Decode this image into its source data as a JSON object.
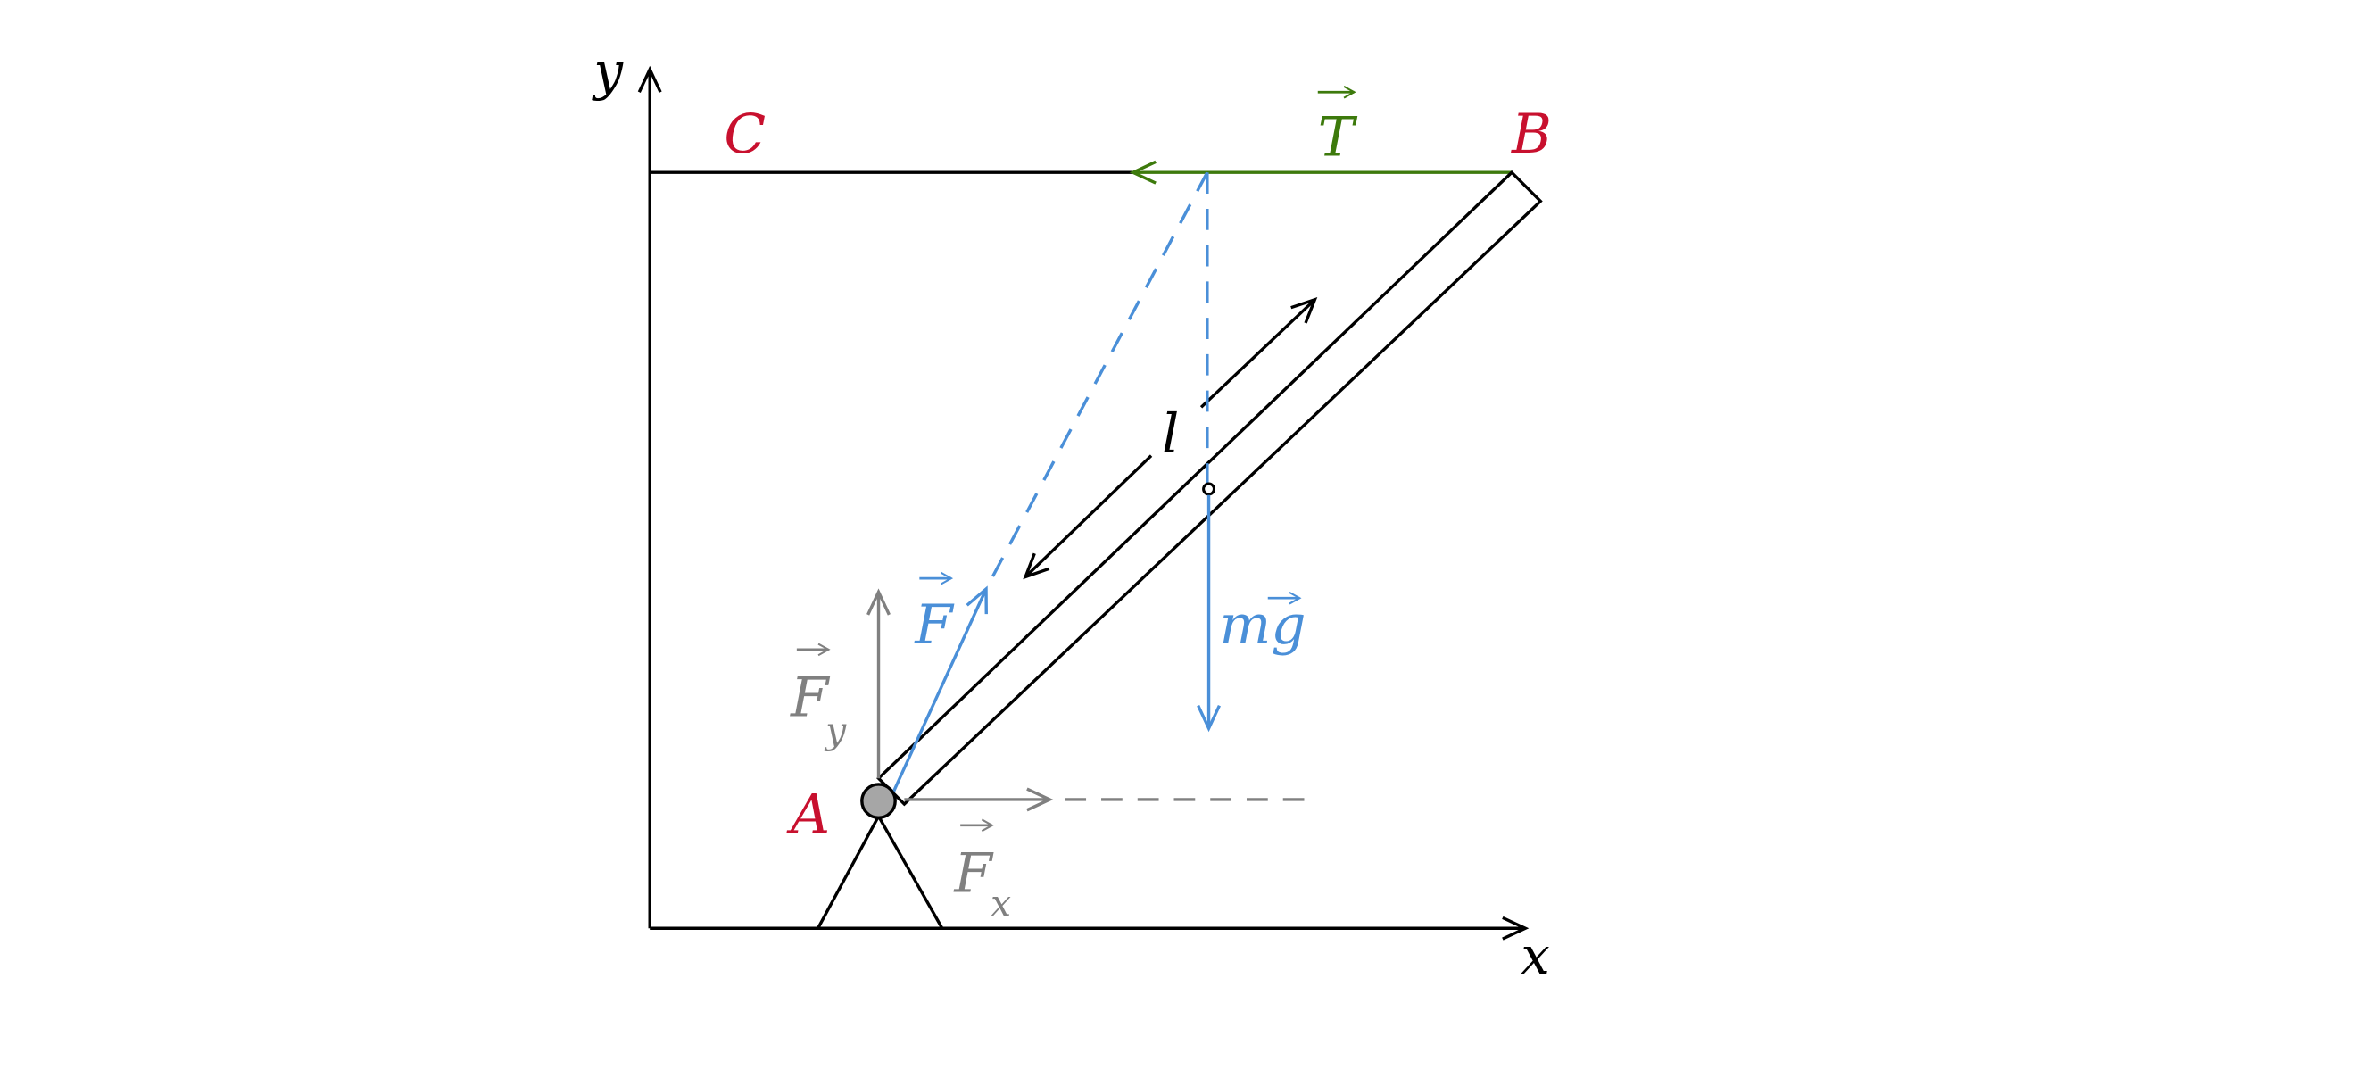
{
  "colors": {
    "black": "#000000",
    "red": "#c8102e",
    "green": "#3d7a0c",
    "blue": "#4a8fd8",
    "gray": "#808080",
    "pivot_fill": "#a6a6a6"
  },
  "labels": {
    "axis_x": "x",
    "axis_y": "y",
    "point_a": "A",
    "point_b": "B",
    "point_c": "C",
    "tension": "T",
    "force_f": "F",
    "force_fx": "F",
    "force_fx_sub": "x",
    "force_fy": "F",
    "force_fy_sub": "y",
    "weight": "mg",
    "length": "l"
  }
}
